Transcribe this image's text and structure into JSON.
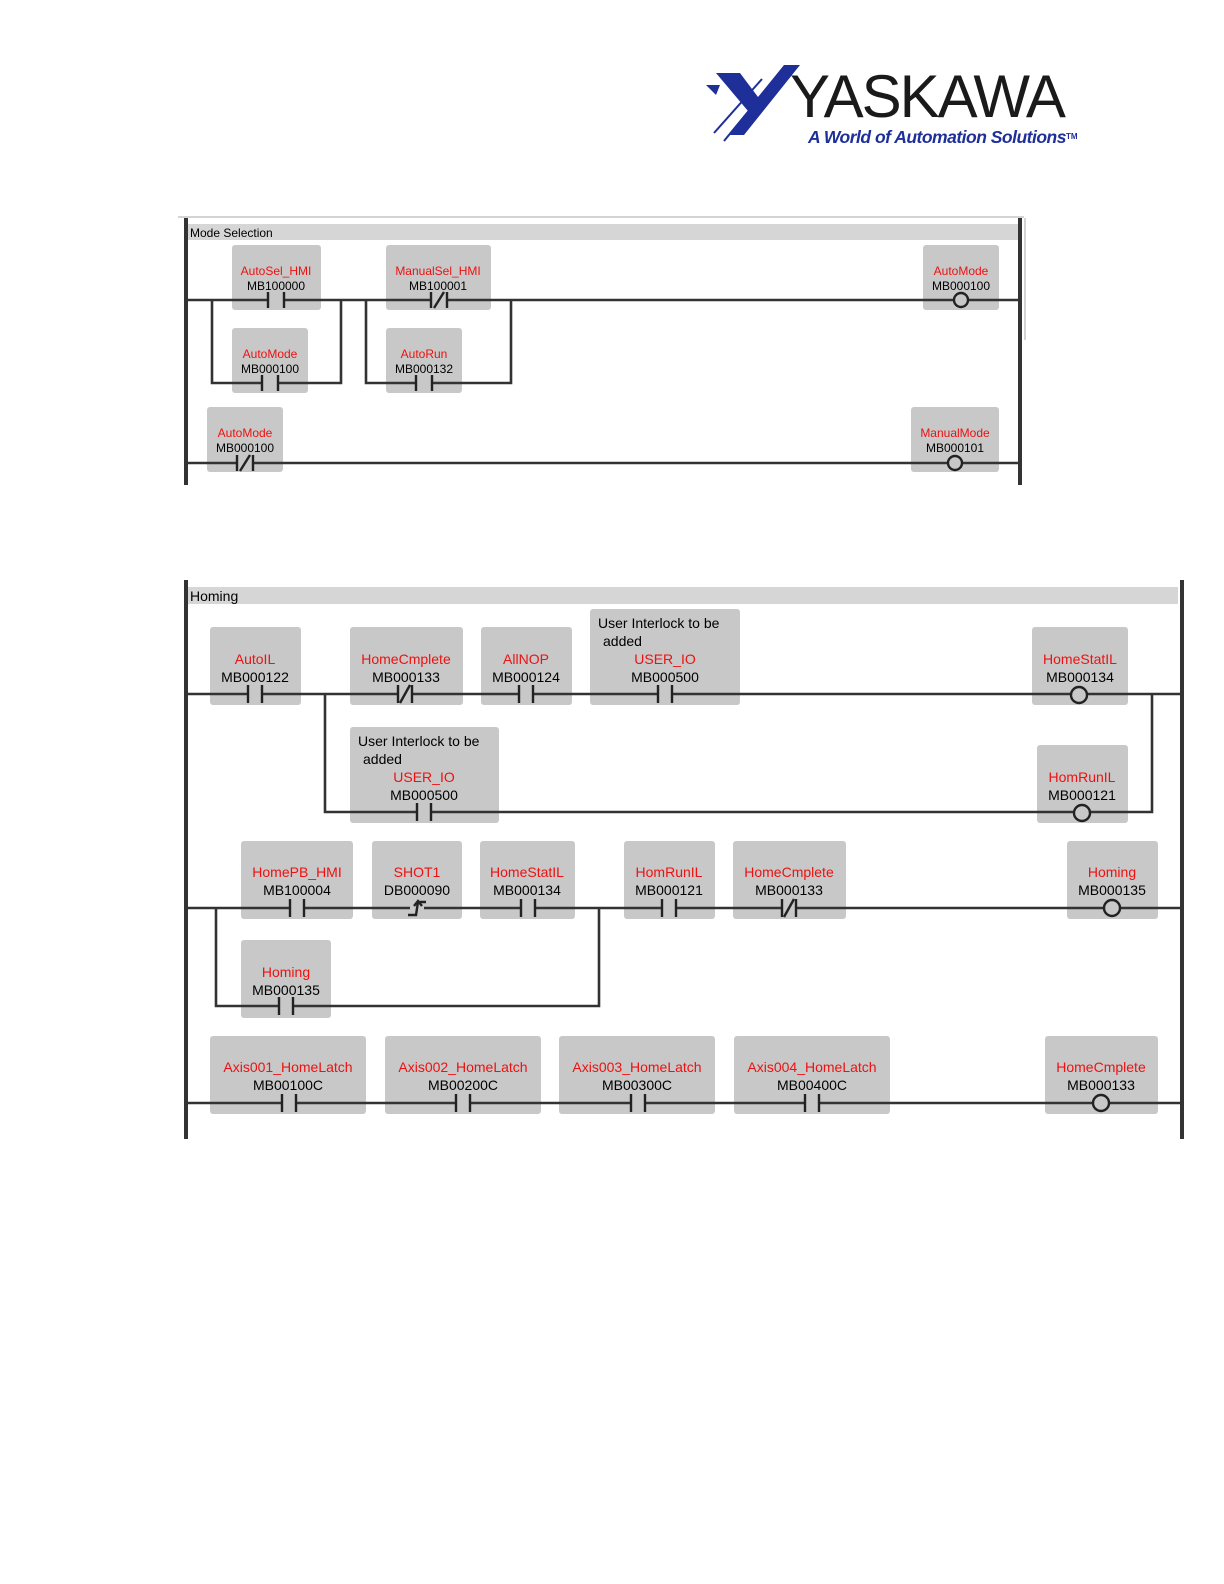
{
  "logo": {
    "brand": "YASKAWA",
    "tagline": "A World of Automation Solutions",
    "trademark": "TM",
    "colors": {
      "mark": "#1e2f9a",
      "word": "#1a1a1a"
    }
  },
  "sections": {
    "mode_selection": {
      "title": "Mode Selection",
      "elements": {
        "autosel_hmi": {
          "tag": "AutoSel_HMI",
          "addr": "MB100000",
          "kind": "no-contact"
        },
        "manualsel_hmi": {
          "tag": "ManualSel_HMI",
          "addr": "MB100001",
          "kind": "nc-contact"
        },
        "automode_coil": {
          "tag": "AutoMode",
          "addr": "MB000100",
          "kind": "coil"
        },
        "automode_seal": {
          "tag": "AutoMode",
          "addr": "MB000100",
          "kind": "no-contact"
        },
        "autorun": {
          "tag": "AutoRun",
          "addr": "MB000132",
          "kind": "no-contact"
        },
        "automode_nc": {
          "tag": "AutoMode",
          "addr": "MB000100",
          "kind": "nc-contact"
        },
        "manualmode_coil": {
          "tag": "ManualMode",
          "addr": "MB000101",
          "kind": "coil"
        }
      }
    },
    "homing": {
      "title": "Homing",
      "elements": {
        "autoil": {
          "tag": "AutoIL",
          "addr": "MB000122",
          "kind": "no-contact"
        },
        "homecmplete_nc": {
          "tag": "HomeCmplete",
          "addr": "MB000133",
          "kind": "nc-contact"
        },
        "allnop": {
          "tag": "AllNOP",
          "addr": "MB000124",
          "kind": "no-contact"
        },
        "user_io_1": {
          "note1": "User Interlock to be",
          "note2": "added",
          "tag": "USER_IO",
          "addr": "MB000500",
          "kind": "no-contact"
        },
        "homestatil_coil": {
          "tag": "HomeStatIL",
          "addr": "MB000134",
          "kind": "coil"
        },
        "user_io_2": {
          "note1": "User Interlock to be",
          "note2": "added",
          "tag": "USER_IO",
          "addr": "MB000500",
          "kind": "no-contact"
        },
        "homrunil_coil": {
          "tag": "HomRunIL",
          "addr": "MB000121",
          "kind": "coil"
        },
        "homepb_hmi": {
          "tag": "HomePB_HMI",
          "addr": "MB100004",
          "kind": "no-contact"
        },
        "shot1": {
          "tag": "SHOT1",
          "addr": "DB000090",
          "kind": "rising-edge"
        },
        "homestatil_contact": {
          "tag": "HomeStatIL",
          "addr": "MB000134",
          "kind": "no-contact"
        },
        "homrunil_contact": {
          "tag": "HomRunIL",
          "addr": "MB000121",
          "kind": "no-contact"
        },
        "homecmplete_nc2": {
          "tag": "HomeCmplete",
          "addr": "MB000133",
          "kind": "nc-contact"
        },
        "homing_coil": {
          "tag": "Homing",
          "addr": "MB000135",
          "kind": "coil"
        },
        "homing_seal": {
          "tag": "Homing",
          "addr": "MB000135",
          "kind": "no-contact"
        },
        "axis001": {
          "tag": "Axis001_HomeLatch",
          "addr": "MB00100C",
          "kind": "no-contact"
        },
        "axis002": {
          "tag": "Axis002_HomeLatch",
          "addr": "MB00200C",
          "kind": "no-contact"
        },
        "axis003": {
          "tag": "Axis003_HomeLatch",
          "addr": "MB00300C",
          "kind": "no-contact"
        },
        "axis004": {
          "tag": "Axis004_HomeLatch",
          "addr": "MB00400C",
          "kind": "no-contact"
        },
        "homecmplete_coil": {
          "tag": "HomeCmplete",
          "addr": "MB000133",
          "kind": "coil"
        }
      }
    }
  }
}
